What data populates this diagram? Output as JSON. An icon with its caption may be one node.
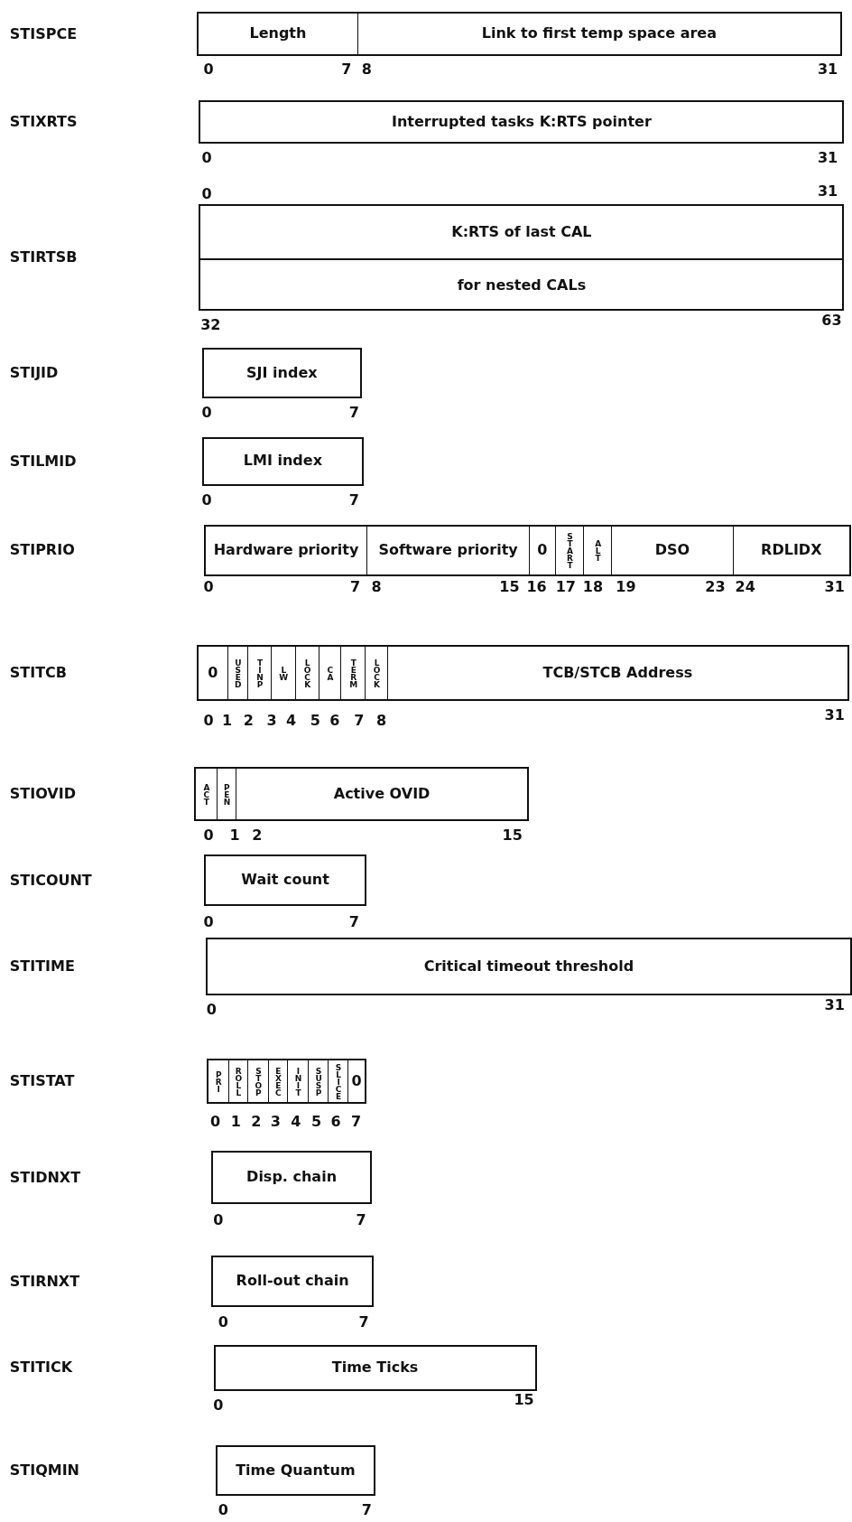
{
  "diagram": {
    "nodes": [
      {
        "text": [],
        "shape": "box",
        "beside": [
          "0",
          "7",
          "8",
          "31"
        ]
      },
      {
        "text": [
          "Length"
        ],
        "in": 0
      },
      {
        "text": [
          "Link to first temp space area"
        ],
        "in": 0
      },
      {
        "text": [],
        "shape": "box",
        "beside": [
          "0",
          "31"
        ]
      },
      {
        "text": [
          "Interrupted tasks K:RTS pointer"
        ],
        "in": 3
      },
      {
        "text": [],
        "shape": "box",
        "beside": [
          "0",
          "31",
          "32",
          "63"
        ]
      },
      {
        "text": [
          "K:RTS of last CAL"
        ],
        "in": 5
      },
      {
        "text": [
          "for nested CALs"
        ],
        "in": 5
      },
      {
        "text": [],
        "shape": "box",
        "beside": [
          "0",
          "7"
        ]
      },
      {
        "text": [
          "SJI index"
        ],
        "in": 8
      },
      {
        "text": [],
        "shape": "box",
        "beside": [
          "0",
          "7"
        ]
      },
      {
        "text": [
          "LMI index"
        ],
        "in": 10
      },
      {
        "text": [],
        "shape": "box",
        "beside": [
          "0",
          "7",
          "8",
          "15",
          "16",
          "17",
          "18",
          "19",
          "23",
          "24",
          "31"
        ]
      },
      {
        "text": [
          "Hardware priority"
        ],
        "in": 12
      },
      {
        "text": [
          "Software priority"
        ],
        "in": 12
      },
      {
        "text": [
          "0"
        ],
        "in": 12
      },
      {
        "text": [
          "START"
        ],
        "in": 12
      },
      {
        "text": [
          "ALT"
        ],
        "in": 12
      },
      {
        "text": [
          "DSO"
        ],
        "in": 12
      },
      {
        "text": [
          "RDLIDX"
        ],
        "in": 12
      },
      {
        "text": [],
        "shape": "box",
        "beside": [
          "0",
          "1",
          "2",
          "3",
          "4",
          "5",
          "6",
          "7",
          "8",
          "31"
        ]
      },
      {
        "text": [
          "0"
        ],
        "in": 20
      },
      {
        "text": [
          "USED"
        ],
        "in": 20
      },
      {
        "text": [
          "TINP"
        ],
        "in": 20
      },
      {
        "text": [
          "LW"
        ],
        "in": 20
      },
      {
        "text": [
          "LOCK"
        ],
        "in": 20
      },
      {
        "text": [
          "CA"
        ],
        "in": 20
      },
      {
        "text": [
          "TERM"
        ],
        "in": 20
      },
      {
        "text": [
          "LOCK"
        ],
        "in": 20
      },
      {
        "text": [
          "TCB/STCB Address"
        ],
        "in": 20
      },
      {
        "text": [],
        "shape": "box",
        "beside": [
          "0",
          "1",
          "2",
          "15"
        ]
      },
      {
        "text": [
          "ACT"
        ],
        "in": 30
      },
      {
        "text": [
          "PEN"
        ],
        "in": 30
      },
      {
        "text": [
          "Active OVID"
        ],
        "in": 30
      },
      {
        "text": [],
        "shape": "box",
        "beside": [
          "0",
          "7"
        ]
      },
      {
        "text": [
          "Wait count"
        ],
        "in": 34
      },
      {
        "text": [],
        "shape": "box",
        "beside": [
          "0",
          "31"
        ]
      },
      {
        "text": [
          "Critical timeout threshold"
        ],
        "in": 36
      },
      {
        "text": [],
        "shape": "box",
        "beside": [
          "0",
          "1",
          "2",
          "3",
          "4",
          "5",
          "6",
          "7"
        ]
      },
      {
        "text": [
          "PRI"
        ],
        "in": 38
      },
      {
        "text": [
          "ROLL"
        ],
        "in": 38
      },
      {
        "text": [
          "STOP"
        ],
        "in": 38
      },
      {
        "text": [
          "EXEC"
        ],
        "in": 38
      },
      {
        "text": [
          "INIT"
        ],
        "in": 38
      },
      {
        "text": [
          "SUSP"
        ],
        "in": 38
      },
      {
        "text": [
          "SLICE"
        ],
        "in": 38
      },
      {
        "text": [
          "0"
        ],
        "in": 38
      },
      {
        "text": [],
        "shape": "box",
        "beside": [
          "0",
          "7"
        ]
      },
      {
        "text": [
          "Disp. chain"
        ],
        "in": 47
      },
      {
        "text": [],
        "shape": "box",
        "beside": [
          "0",
          "7"
        ]
      },
      {
        "text": [
          "Roll-out chain"
        ],
        "in": 49
      },
      {
        "text": [],
        "shape": "box",
        "beside": [
          "0",
          "15"
        ]
      },
      {
        "text": [
          "Time Ticks"
        ],
        "in": 51
      },
      {
        "text": [],
        "shape": "box",
        "beside": [
          "0",
          "7"
        ]
      },
      {
        "text": [
          "Time Quantum"
        ],
        "in": 53
      }
    ],
    "labels": [
      "STISPCE",
      "STIXRTS",
      "STIRTSB",
      "STIJID",
      "STILMID",
      "STIPRIO",
      "STITCB",
      "STIOVID",
      "STICOUNT",
      "STITIME",
      "STISTAT",
      "STIDNXT",
      "STIRNXT",
      "STITICK",
      "STIQMIN"
    ]
  }
}
